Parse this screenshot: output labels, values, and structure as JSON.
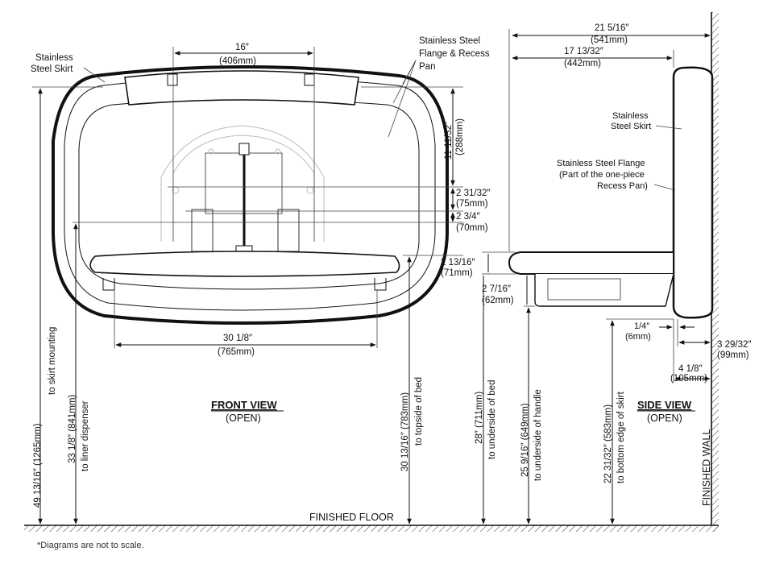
{
  "front_view": {
    "title": "FRONT VIEW",
    "subtitle": "(OPEN)",
    "label_skirt_line1": "Stainless",
    "label_skirt_line2": "Steel Skirt",
    "label_flange_line1": "Stainless Steel",
    "label_flange_line2": "Flange & Recess",
    "label_flange_line3": "Pan",
    "dim_width_in": "16″",
    "dim_width_mm": "(406mm)",
    "dim_bed_width_in": "30 1/8″",
    "dim_bed_width_mm": "(765mm)",
    "dim_top_in": "11 11/32″",
    "dim_top_mm": "(288mm)",
    "dim_mid1_in": "2 31/32″",
    "dim_mid1_mm": "(75mm)",
    "dim_mid2_in": "2 3/4″",
    "dim_mid2_mm": "(70mm)",
    "dim_bed_thick_in": "2 13/16″",
    "dim_bed_thick_mm": "(71mm)",
    "dim_skirt_height": "49 13/16″ (1265mm)",
    "dim_skirt_height_note": "to skirt mounting",
    "dim_liner_height": "33 1/8″ (841mm)",
    "dim_liner_height_note": "to liner dispenser",
    "dim_topside_height": "30 13/16″ (783mm)",
    "dim_topside_height_note": "to topside of bed"
  },
  "side_view": {
    "title": "SIDE VIEW",
    "subtitle": "(OPEN)",
    "label_skirt_line1": "Stainless",
    "label_skirt_line2": "Steel Skirt",
    "label_flange_line1": "Stainless Steel Flange",
    "label_flange_line2": "(Part of the one-piece",
    "label_flange_line3": "Recess Pan)",
    "dim_depth_total_in": "21 5/16″",
    "dim_depth_total_mm": "(541mm)",
    "dim_depth_bed_in": "17 13/32″",
    "dim_depth_bed_mm": "(442mm)",
    "dim_handle_in": "2 7/16″",
    "dim_handle_mm": "(62mm)",
    "dim_gap_in": "1/4″",
    "dim_gap_mm": "(6mm)",
    "dim_recess_in": "3 29/32″",
    "dim_recess_mm": "(99mm)",
    "dim_recess2_in": "4 1/8″",
    "dim_recess2_mm": "(105mm)",
    "dim_underside_bed": "28″ (711mm)",
    "dim_underside_bed_note": "to underside of bed",
    "dim_underside_handle": "25 9/16″ (649mm)",
    "dim_underside_handle_note": "to underside of handle",
    "dim_skirt_edge": "22 31/32″ (583mm)",
    "dim_skirt_edge_note": "to bottom edge of skirt"
  },
  "finished_floor": "FINISHED FLOOR",
  "finished_wall": "FINISHED WALL",
  "footnote": "*Diagrams are not to scale."
}
